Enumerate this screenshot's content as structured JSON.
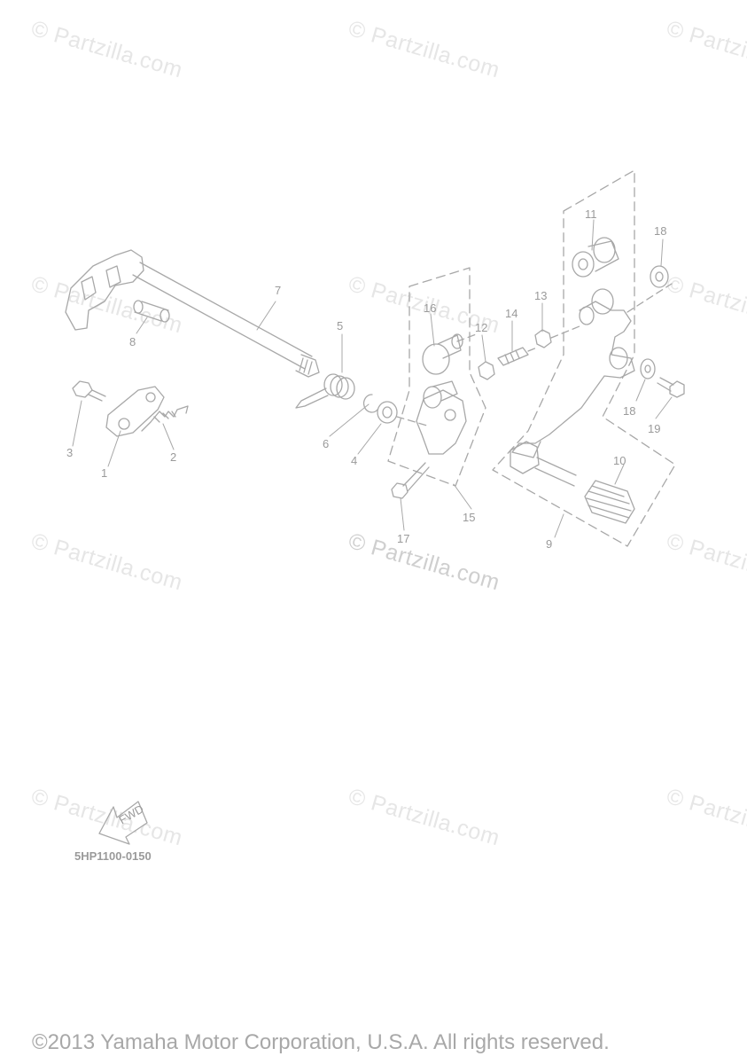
{
  "watermark": "© Partzilla.com",
  "callouts": [
    {
      "id": "c1",
      "text": "1"
    },
    {
      "id": "c2",
      "text": "2"
    },
    {
      "id": "c3",
      "text": "3"
    },
    {
      "id": "c4",
      "text": "4"
    },
    {
      "id": "c5",
      "text": "5"
    },
    {
      "id": "c6",
      "text": "6"
    },
    {
      "id": "c7",
      "text": "7"
    },
    {
      "id": "c8",
      "text": "8"
    },
    {
      "id": "c9",
      "text": "9"
    },
    {
      "id": "c10",
      "text": "10"
    },
    {
      "id": "c11",
      "text": "11"
    },
    {
      "id": "c12",
      "text": "12"
    },
    {
      "id": "c13",
      "text": "13"
    },
    {
      "id": "c14",
      "text": "14"
    },
    {
      "id": "c15",
      "text": "15"
    },
    {
      "id": "c16",
      "text": "16"
    },
    {
      "id": "c17",
      "text": "17"
    },
    {
      "id": "c18a",
      "text": "18"
    },
    {
      "id": "c18b",
      "text": "18"
    },
    {
      "id": "c19",
      "text": "19"
    }
  ],
  "fwd_label": "FWD",
  "diagram_code": "5HP1100-0150",
  "copyright": "©2013 Yamaha Motor Corporation, U.S.A. All rights reserved.",
  "colors": {
    "line": "#a8a8a8",
    "watermark": "#e6e6e6"
  }
}
